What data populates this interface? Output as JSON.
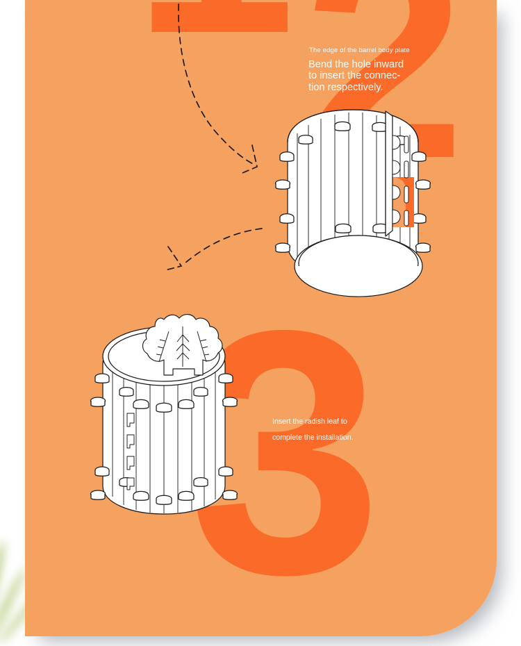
{
  "page": {
    "background_color": "#ffffff",
    "panel_color": "#f5a261",
    "accent_color": "#fa6a28",
    "text_color": "#ffffff",
    "line_color": "#1b1b1b",
    "part_fill": "#ffffff"
  },
  "numerals": {
    "step1": "1",
    "step2": "2",
    "step3": "3"
  },
  "step2": {
    "caption_small": "The edge of the barrel body plate",
    "instruction_line1": "Bend the hole inward",
    "instruction_line2": "to insert the connec-",
    "instruction_line3": "tion respectively."
  },
  "step3": {
    "instruction_line1": "Insert the radish leaf to",
    "instruction_line2": "complete the installation."
  },
  "illustrations": {
    "barrel_open": "open-barrel-with-connector-strip",
    "barrel_assembled": "assembled-barrel-with-radish-leaf-lid",
    "leaf": "radish-leaf"
  },
  "arrows": {
    "arrow_top": "curved-dashed-arrow-down-right",
    "arrow_middle": "curved-dashed-arrow-down-left"
  },
  "decor": {
    "grass": "blurred-green-grass"
  }
}
